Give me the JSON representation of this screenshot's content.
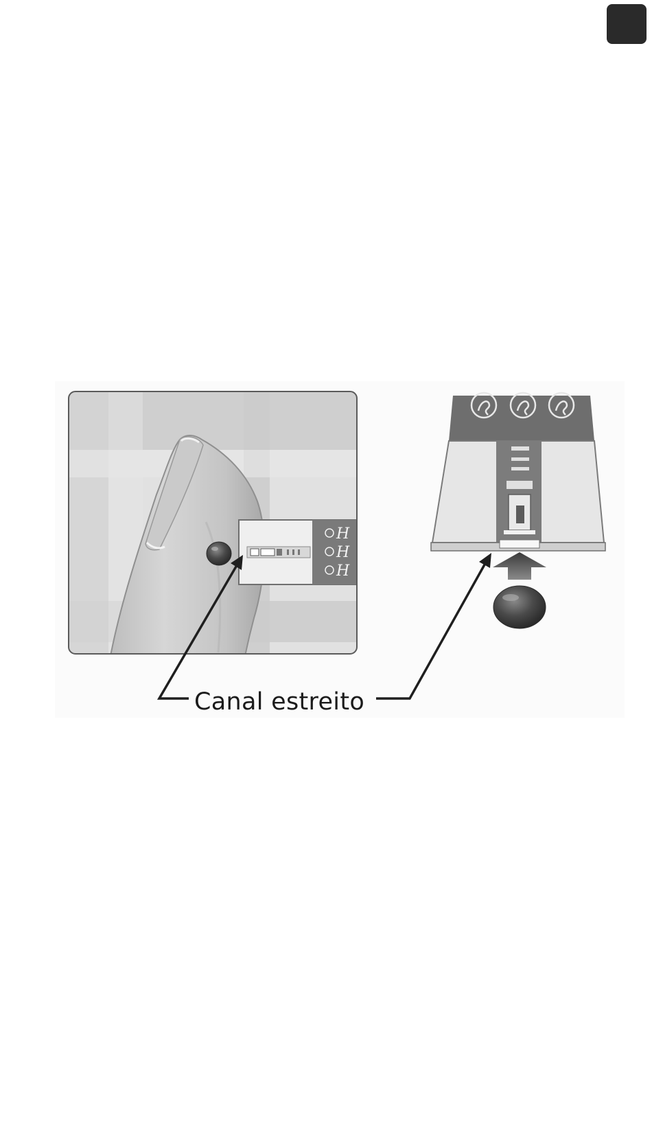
{
  "page": {
    "corner_tab_color": "#2a2a2a",
    "corner_tab_icon": "section-marker-tab"
  },
  "figure": {
    "left_panel_icon": "finger-with-blood-drop-and-test-strip",
    "right_panel_icon": "test-strip-tip-with-blood-drop-and-arrow",
    "strip_label_glyph": "H",
    "callout_label": "Canal estreito"
  }
}
